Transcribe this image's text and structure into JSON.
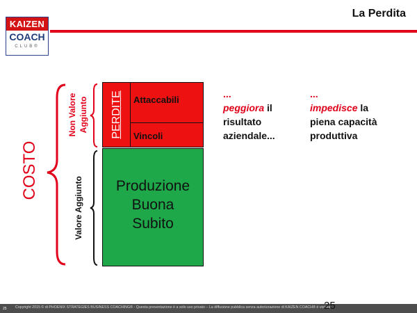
{
  "header": {
    "title": "La Perdita"
  },
  "logo": {
    "line1": "KAIZEN",
    "line2": "COACH",
    "line3": "CLUB®"
  },
  "labels": {
    "costo": "COSTO",
    "non_valore": "Non Valore Aggiunto",
    "valore": "Valore Aggiunto",
    "perdite": "PERDITE",
    "attaccabili": "Attaccabili",
    "vincoli": "Vincoli"
  },
  "green_block": {
    "line1": "Produzione",
    "line2": "Buona",
    "line3": "Subito"
  },
  "side1": {
    "dots": "...",
    "verb": "peggiora",
    "rest1": " il",
    "rest2": "risultato",
    "rest3": "aziendale..."
  },
  "side2": {
    "dots": "...",
    "verb": "impedisce",
    "rest1": " la",
    "rest2": "piena capacità",
    "rest3": "produttiva"
  },
  "footer": {
    "copyright": "Copyright 2015 © di PHOENIX STRATEGIES BUSINESS COACHING® - Questa presentazione è a solo uso privato – La diffusione pubblica senza autorizzazione di KAIZEN COACH® è vietata",
    "page_small": "25",
    "page_number": "25"
  },
  "colors": {
    "accent_red": "#e2001a",
    "green": "#1ea84a",
    "footer_gray": "#4d4d4d",
    "logo_blue": "#1f3b7a"
  },
  "icons": {
    "bracket_red": "curly-brace-icon",
    "bracket_black": "curly-brace-icon"
  }
}
